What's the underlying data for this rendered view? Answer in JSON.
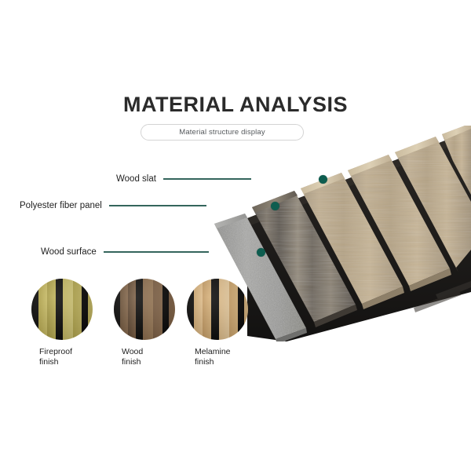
{
  "header": {
    "title": "MATERIAL ANALYSIS",
    "subtitle": "Material structure display"
  },
  "callouts": [
    {
      "id": "wood-slat",
      "label": "Wood slat"
    },
    {
      "id": "polyester-fiber-panel",
      "label": "Polyester fiber panel"
    },
    {
      "id": "wood-surface",
      "label": "Wood surface"
    }
  ],
  "swatches": [
    {
      "id": "fireproof",
      "label": "Fireproof\nfinish"
    },
    {
      "id": "wood",
      "label": "Wood\nfinish"
    },
    {
      "id": "melamine",
      "label": "Melamine\nfinish"
    }
  ],
  "colors": {
    "background": "#ffffff",
    "title": "#2b2b2b",
    "subtitle_text": "#55595c",
    "pill_border": "#d4d4d4",
    "leader_line": "#34655c",
    "marker_dot": "#0e5d4f",
    "label_text": "#1f1f1f",
    "slat_light_oak": "#b9a586",
    "slat_dark_ebony": "#6d6358",
    "fiber_panel_gray": "#9c9c9a",
    "backing_black": "#1a1817"
  },
  "product": {
    "name": "acoustic-slat-wall-panel",
    "layers": [
      "wood slat",
      "polyester fiber panel",
      "wood surface"
    ]
  }
}
